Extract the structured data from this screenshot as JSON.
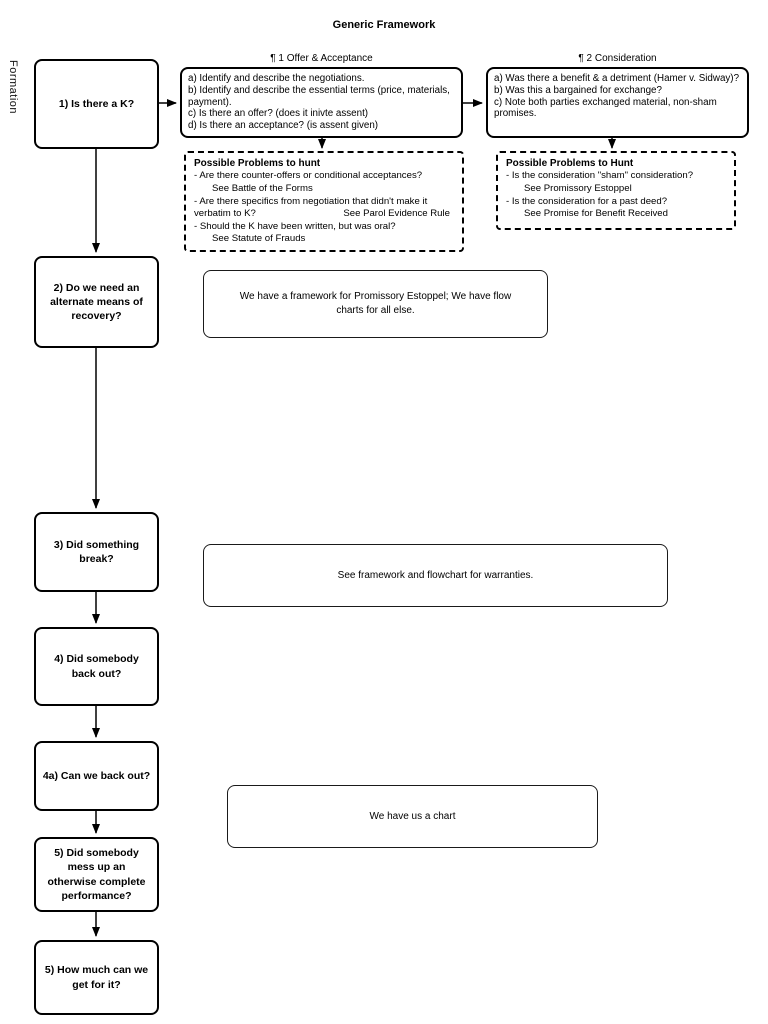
{
  "title": "Generic Framework",
  "side_label": "Formation",
  "flow_boxes": [
    "1) Is there a K?",
    "2) Do we need an alternate means of recovery?",
    "3) Did something break?",
    "4) Did somebody back out?",
    "4a) Can we back out?",
    "5) Did somebody mess up an otherwise complete performance?",
    "5) How much can we get for it?"
  ],
  "offer_acceptance": {
    "header": "¶ 1 Offer & Acceptance",
    "lines": [
      "a) Identify and describe the negotiations.",
      "b) Identify and describe the essential terms (price, materials, payment).",
      "c) Is there an offer? (does it inivte assent)",
      "d) Is there an acceptance? (is assent given)"
    ]
  },
  "consideration": {
    "header": "¶ 2 Consideration",
    "lines": [
      "a) Was there a benefit & a detriment (Hamer v. Sidway)?",
      "b) Was this a bargained for exchange?",
      "c) Note both parties exchanged material, non-sham promises."
    ]
  },
  "offer_problems": {
    "title": "Possible Problems to hunt",
    "line1": "- Are there counter-offers or conditional acceptances?",
    "line2": "See Battle of the Forms",
    "line3": "- Are there specifics from negotiation that didn't make it",
    "line4_left": "verbatim to K?",
    "line4_right": "See Parol Evidence Rule",
    "line5": "- Should the K have been written, but was oral?",
    "line6": "See Statute of Frauds"
  },
  "consideration_problems": {
    "title": "Possible Problems to Hunt",
    "line1": "- Is the consideration \"sham\" consideration?",
    "line2": "See Promissory Estoppel",
    "line3": "- Is the consideration for a past deed?",
    "line4": "See Promise for Benefit Received"
  },
  "notes": {
    "promissory": "We have a framework for Promissory Estoppel; We have flow charts for all else.",
    "warranties": "See framework and flowchart for warranties.",
    "chart": "We have us a  chart"
  },
  "colors": {
    "stroke": "#000000",
    "background": "#ffffff"
  }
}
